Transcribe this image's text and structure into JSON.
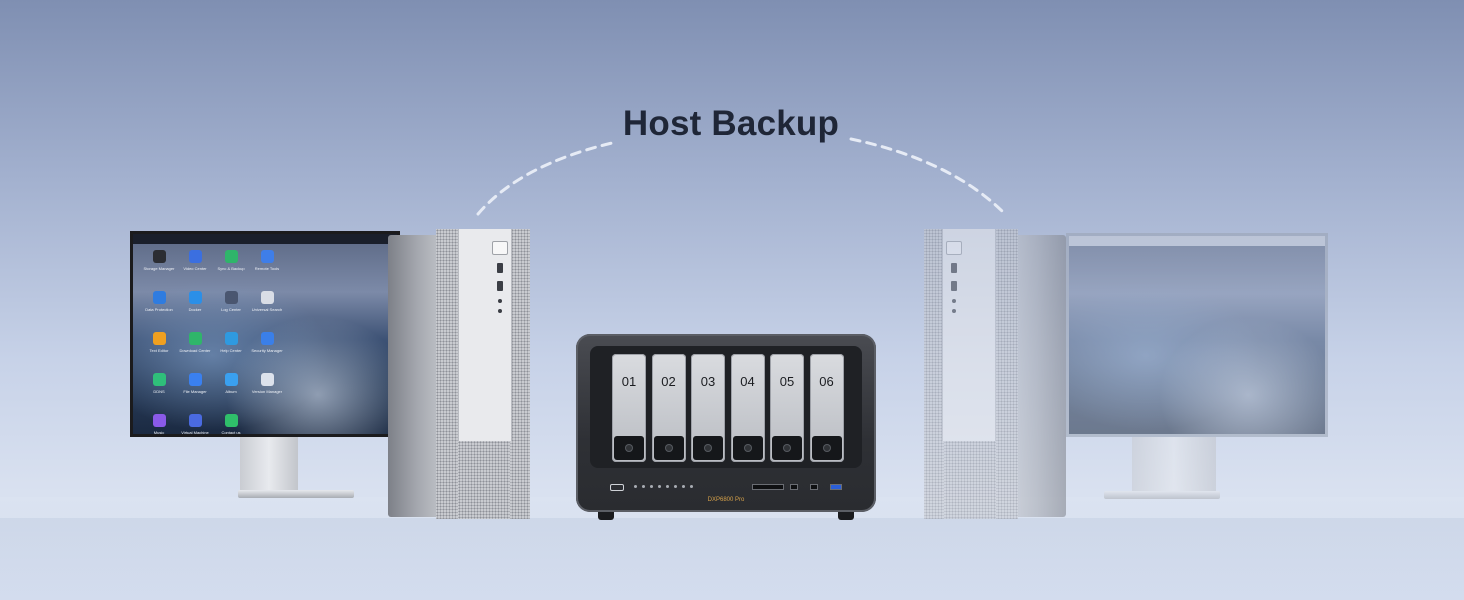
{
  "title": "Host Backup",
  "colors": {
    "title": "#1f2637",
    "background_top": "#7f8fb2",
    "background_bottom": "#dfe6f2",
    "nas_label": "#d7a24a"
  },
  "nas": {
    "model": "DXP6800 Pro",
    "bays": [
      "01",
      "02",
      "03",
      "04",
      "05",
      "06"
    ]
  },
  "monitor_left": {
    "apps": [
      {
        "label": "Storage Manager",
        "color": "#2b2d33"
      },
      {
        "label": "Video Center",
        "color": "#3b6fe0"
      },
      {
        "label": "Sync & Backup",
        "color": "#2fb56a"
      },
      {
        "label": "Remote Tools",
        "color": "#3f7ee8"
      },
      {
        "label": "Data Protection",
        "color": "#2f7ce0"
      },
      {
        "label": "Docker",
        "color": "#2b8fe8"
      },
      {
        "label": "Log Center",
        "color": "#4a5670"
      },
      {
        "label": "Universal Search",
        "color": "#d9dde6"
      },
      {
        "label": "Text Editor",
        "color": "#f0a020"
      },
      {
        "label": "Download Center",
        "color": "#2fb56a"
      },
      {
        "label": "Help Center",
        "color": "#2f9ae0"
      },
      {
        "label": "Security Manager",
        "color": "#3a7fe8"
      },
      {
        "label": "DDNS",
        "color": "#2fbf7a"
      },
      {
        "label": "File Manager",
        "color": "#3a80f0"
      },
      {
        "label": "Album",
        "color": "#3aa0f0"
      },
      {
        "label": "Version Manager",
        "color": "#dce2ec"
      },
      {
        "label": "Music",
        "color": "#8a5ae8"
      },
      {
        "label": "Virtual Machine",
        "color": "#4a6ae0"
      },
      {
        "label": "Contact us",
        "color": "#2fbf6a"
      }
    ]
  }
}
